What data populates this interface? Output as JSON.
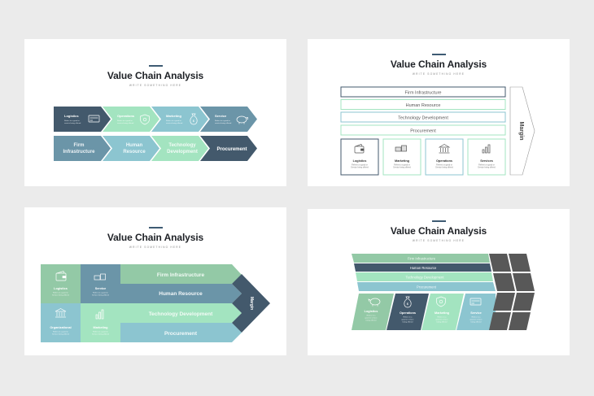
{
  "colors": {
    "navy": "#43596c",
    "steel": "#6b95a8",
    "mint": "#a3e4c0",
    "sage": "#93c9a6",
    "sky": "#8cc5d0",
    "charcoal": "#585858",
    "background": "#ebebeb"
  },
  "slides": [
    {
      "title": "Value Chain Analysis",
      "subtitle": "WRITE SOMETHING HERE",
      "primary": [
        {
          "label": "Logistics",
          "desc": "Refers to a good or service being offered",
          "icon": "credit-card-icon"
        },
        {
          "label": "Operations",
          "desc": "Refers to a good or service being offered",
          "icon": "shield-icon"
        },
        {
          "label": "Marketing",
          "desc": "Refers to a good or service being offered",
          "icon": "money-bag-icon"
        },
        {
          "label": "Service",
          "desc": "Refers to a good or service being offered",
          "icon": "piggy-bank-icon"
        }
      ],
      "support": [
        {
          "line1": "Firm",
          "line2": "Infrastructure"
        },
        {
          "line1": "Human",
          "line2": "Resource"
        },
        {
          "line1": "Technology",
          "line2": "Development"
        },
        {
          "line1": "Procurement",
          "line2": ""
        }
      ]
    },
    {
      "title": "Value Chain Analysis",
      "subtitle": "WRITE SOMETHING HERE",
      "support": [
        "Firm Infrastructure",
        "Human Resource",
        "Technology Development",
        "Procurement"
      ],
      "primary": [
        {
          "label": "Logistics",
          "desc1": "Refers to a good or",
          "desc2": "Service being offered",
          "icon": "wallet-icon"
        },
        {
          "label": "Marketing",
          "desc1": "Refers to a good or",
          "desc2": "Service being offered",
          "icon": "cash-icon"
        },
        {
          "label": "Operations",
          "desc1": "Refers to a good or",
          "desc2": "Service being offered",
          "icon": "bank-icon"
        },
        {
          "label": "Services",
          "desc1": "Refers to a good or",
          "desc2": "Service being offered",
          "icon": "bar-chart-icon"
        }
      ],
      "margin_label": "Margin"
    },
    {
      "title": "Value Chain Analysis",
      "subtitle": "WRITE SOMETHING HERE",
      "primary": [
        {
          "label": "Logistics",
          "desc1": "Refers to a good or",
          "desc2": "Service being offered",
          "icon": "wallet-icon"
        },
        {
          "label": "Service",
          "desc1": "Refers to a good or",
          "desc2": "Service being offered",
          "icon": "cash-icon"
        },
        {
          "label": "Organizational",
          "desc1": "Refers to a good or",
          "desc2": "Service being offered",
          "icon": "bank-icon"
        },
        {
          "label": "Marketing",
          "desc1": "Refers to a good or",
          "desc2": "Service being offered",
          "icon": "bar-chart-icon"
        }
      ],
      "support": [
        "Firm Infrastructure",
        "Human Resource",
        "Technology Development",
        "Procurement"
      ],
      "margin_label": "Margin"
    },
    {
      "title": "Value Chain Analysis",
      "subtitle": "WRITE SOMETHING HERE",
      "support": [
        "Firm Infrastructure",
        "Human Resource",
        "Technology Development",
        "Procurement"
      ],
      "primary": [
        {
          "label": "Logistics",
          "desc1": "Refers to a",
          "desc2": "good or service",
          "desc3": "being offered",
          "icon": "piggy-bank-icon"
        },
        {
          "label": "Operations",
          "desc1": "Refers to a",
          "desc2": "good or service",
          "desc3": "being offered",
          "icon": "money-bag-icon"
        },
        {
          "label": "Marketing",
          "desc1": "Refers to a",
          "desc2": "good or service",
          "desc3": "being offered",
          "icon": "shield-icon"
        },
        {
          "label": "Service",
          "desc1": "Refers to a",
          "desc2": "good or service",
          "desc3": "being offered",
          "icon": "credit-card-icon"
        }
      ]
    }
  ]
}
